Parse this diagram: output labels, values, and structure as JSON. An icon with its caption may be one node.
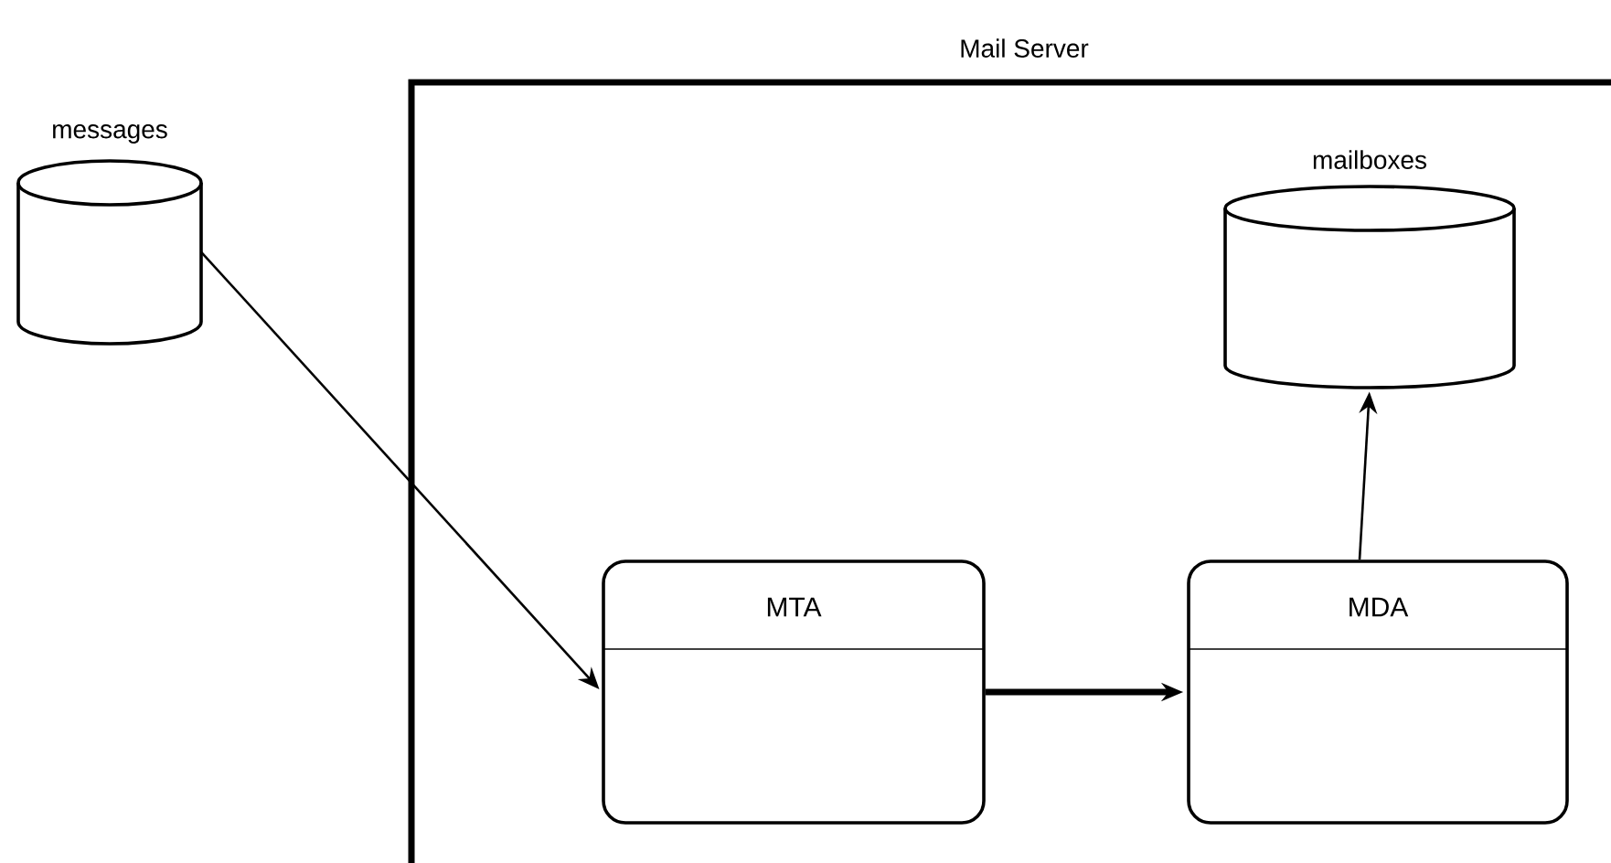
{
  "diagram": {
    "nodes": [
      {
        "text": [
          "Mail Server"
        ]
      },
      {
        "text": [
          "messages"
        ]
      },
      {
        "text": [
          "mailboxes"
        ],
        "in": 0
      },
      {
        "text": [
          "MTA"
        ],
        "in": 0
      },
      {
        "text": [
          "MDA"
        ],
        "in": 0
      }
    ],
    "edges": [
      {
        "from": 1,
        "to": 3,
        "arrow": "to"
      },
      {
        "from": 3,
        "to": 4,
        "arrow": "to",
        "style": "thick"
      },
      {
        "from": 4,
        "to": 2,
        "arrow": "to"
      }
    ]
  }
}
